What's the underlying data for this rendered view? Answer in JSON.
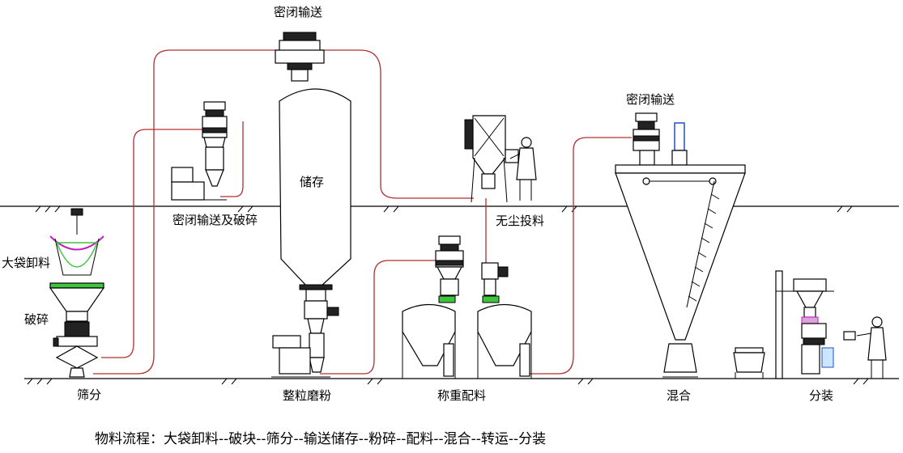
{
  "labels": {
    "enclosed_conveying_top": "密闭输送",
    "enclosed_conveying_crushing": "密闭输送及破碎",
    "storage": "储存",
    "dustless_feeding": "无尘投料",
    "enclosed_conveying_mixer": "密闭输送",
    "big_bag_unloading": "大袋卸料",
    "crushing": "破碎",
    "sieving": "筛分",
    "granulating_milling": "整粒磨粉",
    "weighing_batching": "称重配料",
    "mixing": "混合",
    "packaging": "分装"
  },
  "flow_caption": "物料流程：大袋卸料--破块--筛分--输送储存--粉碎--配料--混合--转运--分装",
  "colors": {
    "pipe": "#b03030",
    "valve_green": "#3ec43e",
    "bag_purple": "#c020c0",
    "accent_blue": "#2050c0"
  }
}
